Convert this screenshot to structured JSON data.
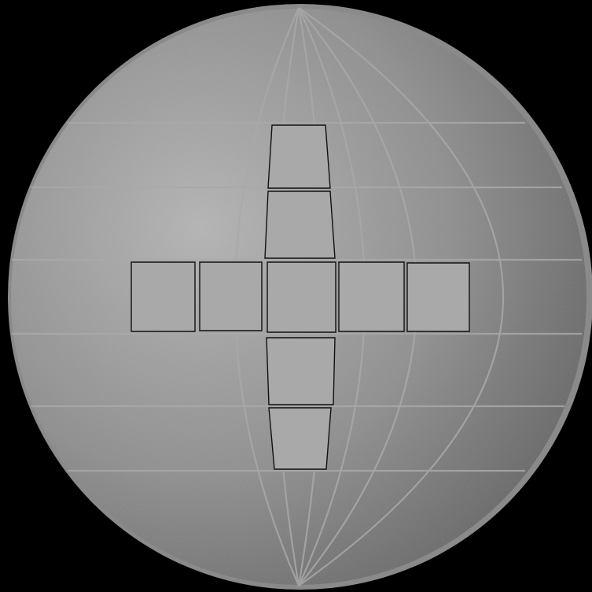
{
  "colors": {
    "background": "#000000",
    "sphere_light": "#b4b4b4",
    "sphere_mid": "#8e8e8e",
    "sphere_dark": "#5e5e5e",
    "rim": "#8a8a8a",
    "grid_line": "#a9a9a9",
    "tile_fill": "#a9a9a9",
    "tile_stroke": "#111111"
  },
  "tiles": [
    {
      "name": "tile-top-outer"
    },
    {
      "name": "tile-top-inner"
    },
    {
      "name": "tile-left-outer"
    },
    {
      "name": "tile-left-inner"
    },
    {
      "name": "tile-center"
    },
    {
      "name": "tile-right-inner"
    },
    {
      "name": "tile-right-outer"
    },
    {
      "name": "tile-bottom-inner"
    },
    {
      "name": "tile-bottom-outer"
    }
  ]
}
